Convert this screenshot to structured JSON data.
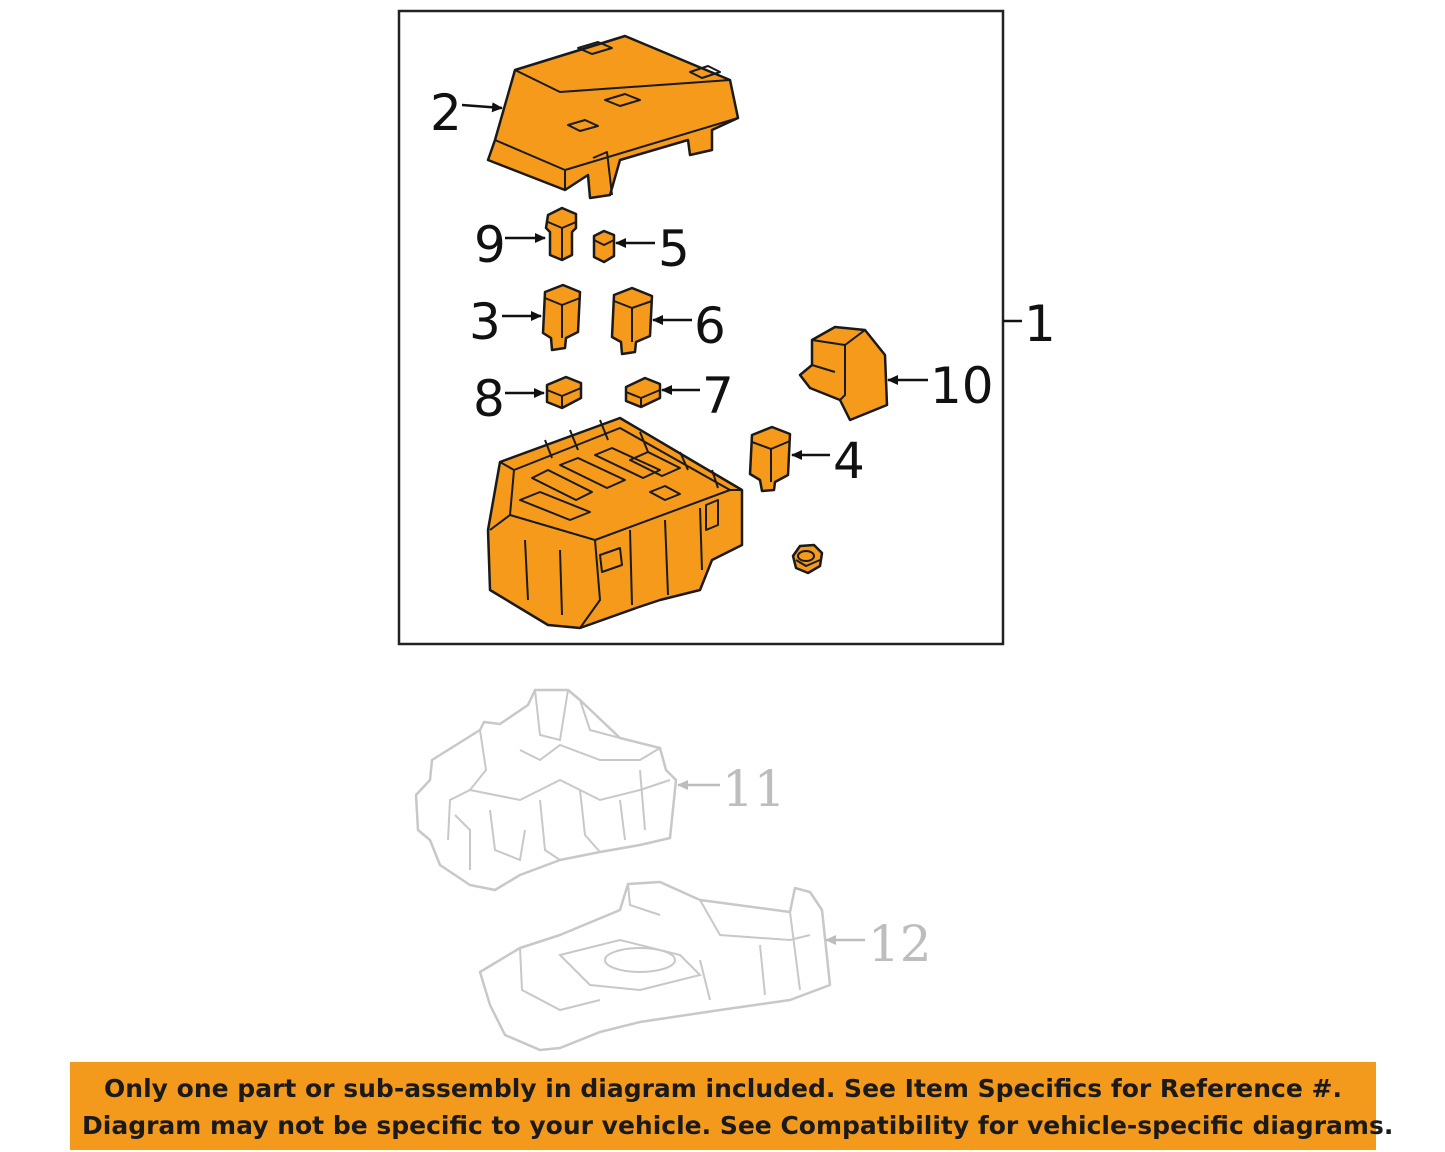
{
  "callouts": {
    "c1": "1",
    "c2": "2",
    "c3": "3",
    "c4": "4",
    "c5": "5",
    "c6": "6",
    "c7": "7",
    "c8": "8",
    "c9": "9",
    "c10": "10",
    "c11": "11",
    "c12": "12"
  },
  "colors": {
    "part_fill": "#f59a1a",
    "banner_fill": "#f39a1c",
    "ghost_stroke": "#c8c8c8"
  },
  "disclaimer": {
    "line1": "Only one part or sub-assembly in diagram included. See Item Specifics for Reference #.",
    "line2": "Diagram may not be specific to your vehicle. See Compatibility for vehicle-specific diagrams."
  }
}
